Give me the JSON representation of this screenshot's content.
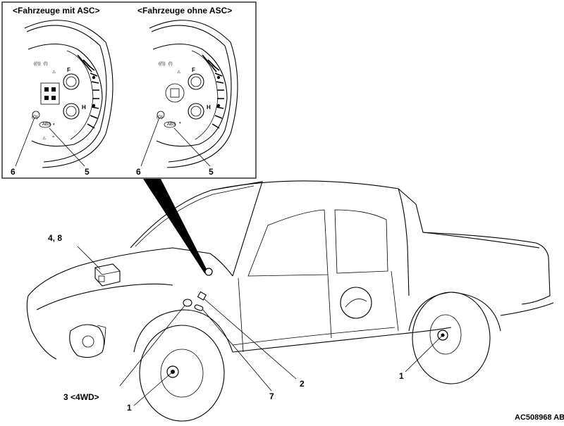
{
  "inset": {
    "left_title": "<Fahrzeuge mit ASC>",
    "right_title": "<Fahrzeuge ohne ASC>"
  },
  "callouts": [
    {
      "id": "inset-left-6",
      "text": "6"
    },
    {
      "id": "inset-left-5",
      "text": "5"
    },
    {
      "id": "inset-right-6",
      "text": "6"
    },
    {
      "id": "inset-right-5",
      "text": "5"
    },
    {
      "id": "abs-unit",
      "text": "4, 8"
    },
    {
      "id": "g-sensor",
      "text": "3 <4WD>"
    },
    {
      "id": "front-wheel-sensor",
      "text": "1"
    },
    {
      "id": "stop-light-switch",
      "text": "2"
    },
    {
      "id": "connector",
      "text": "7"
    },
    {
      "id": "rear-wheel-sensor",
      "text": "1"
    }
  ],
  "figure_id": "AC508968 AB"
}
